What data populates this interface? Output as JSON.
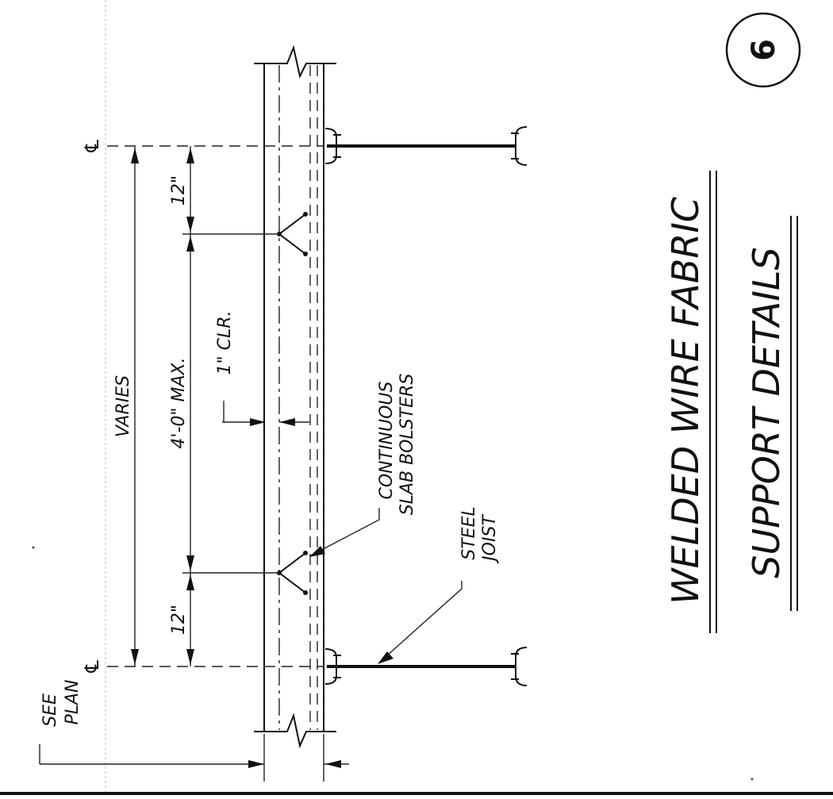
{
  "title": {
    "line1": "WELDED WIRE FABRIC",
    "line2": "SUPPORT DETAILS"
  },
  "detail_number": "6",
  "centerline_symbol": "℄",
  "dimensions": {
    "overall": "VARIES",
    "end_top": "12\"",
    "end_bottom": "12\"",
    "middle": "4'-0\" MAX.",
    "clearance": "1\" CLR."
  },
  "callouts": {
    "bolsters_line1": "CONTINUOUS",
    "bolsters_line2": "SLAB BOLSTERS",
    "joist_line1": "STEEL",
    "joist_line2": "JOIST",
    "see_plan_line1": "SEE",
    "see_plan_line2": "PLAN"
  }
}
